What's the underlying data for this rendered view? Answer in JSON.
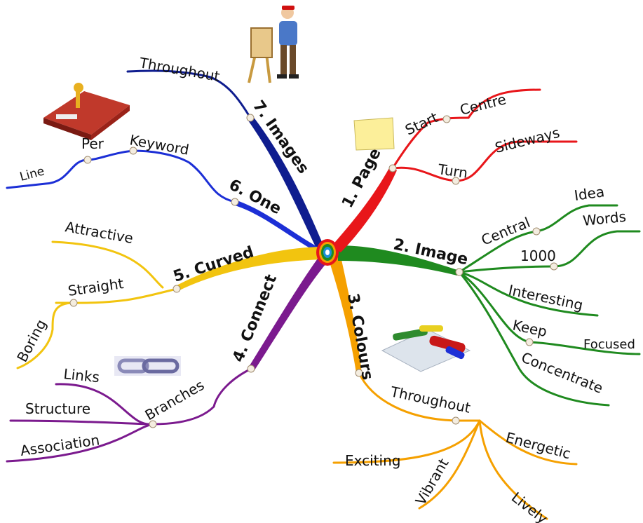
{
  "branches": {
    "page": {
      "title": "1. Page",
      "color": "#e8161a",
      "children": {
        "start": "Start",
        "centre": "Centre",
        "turn": "Turn",
        "sideways": "Sideways"
      }
    },
    "image": {
      "title": "2. Image",
      "color": "#1f8a1f",
      "children": {
        "central": "Central",
        "idea": "Idea",
        "c1000": "1000",
        "words": "Words",
        "interesting": "Interesting",
        "keep": "Keep",
        "focused": "Focused",
        "concentrate": "Concentrate"
      }
    },
    "colours": {
      "title": "3. Colours",
      "color": "#f5a000",
      "children": {
        "throughout": "Throughout",
        "exciting": "Exciting",
        "vibrant": "Vibrant",
        "lively": "Lively",
        "energetic": "Energetic"
      }
    },
    "connect": {
      "title": "4. Connect",
      "color": "#7b1a8e",
      "children": {
        "branches": "Branches",
        "links": "Links",
        "structure": "Structure",
        "association": "Association"
      }
    },
    "curved": {
      "title": "5. Curved",
      "color": "#f2c40f",
      "children": {
        "straight": "Straight",
        "attractive": "Attractive",
        "boring": "Boring"
      }
    },
    "one": {
      "title": "6. One",
      "color": "#1c2fd6",
      "children": {
        "keyword": "Keyword",
        "per": "Per",
        "line": "Line"
      }
    },
    "images": {
      "title": "7. Images",
      "color": "#0f1d8f",
      "children": {
        "throughout": "Throughout"
      }
    }
  },
  "icons": [
    "painter-easel-icon",
    "key-book-icon",
    "yellow-paper-icon",
    "crayons-icon",
    "chain-link-icon",
    "central-brain-icon"
  ]
}
